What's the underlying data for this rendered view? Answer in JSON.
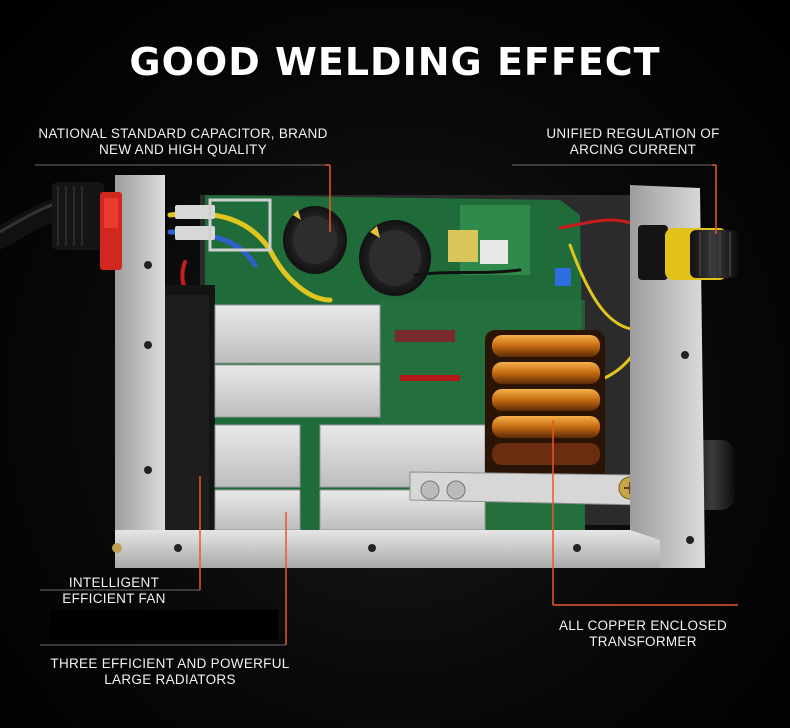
{
  "title": "GOOD WELDING EFFECT",
  "callouts": {
    "capacitor": {
      "line1": "NATIONAL STANDARD CAPACITOR, BRAND",
      "line2": "NEW AND HIGH QUALITY"
    },
    "arcing": {
      "line1": "UNIFIED REGULATION OF",
      "line2": "ARCING CURRENT"
    },
    "fan": {
      "line1": "INTELLIGENT",
      "line2": "EFFICIENT FAN"
    },
    "radiators": {
      "line1": "THREE EFFICIENT AND POWERFUL",
      "line2": "LARGE RADIATORS"
    },
    "transformer": {
      "line1": "ALL COPPER ENCLOSED",
      "line2": "TRANSFORMER"
    }
  },
  "colors": {
    "accent": "#e8582a",
    "background": "#000000",
    "pcb": "#1f6b3a",
    "chassis": "#c9c9c9"
  }
}
